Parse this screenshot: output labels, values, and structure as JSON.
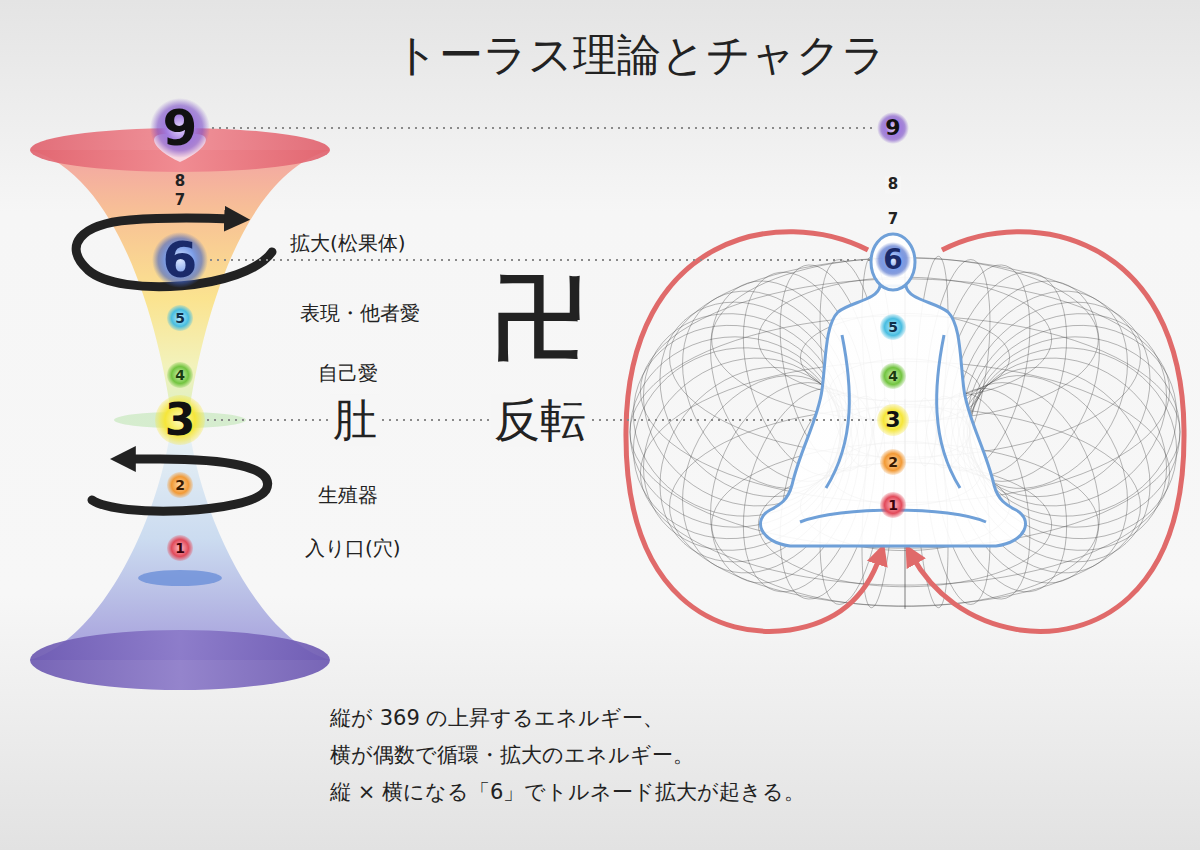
{
  "diagram": {
    "title": "トーラス理論とチャクラ",
    "nodes": [
      {
        "text": [
          "9"
        ]
      },
      {
        "text": [
          "6"
        ]
      },
      {
        "text": [
          "5"
        ]
      },
      {
        "text": [
          "4"
        ]
      },
      {
        "text": [
          "3"
        ]
      },
      {
        "text": [
          "2"
        ]
      },
      {
        "text": [
          "1"
        ]
      },
      {
        "text": [
          "9"
        ]
      },
      {
        "text": [
          "6"
        ]
      },
      {
        "text": [
          "5"
        ]
      },
      {
        "text": [
          "4"
        ]
      },
      {
        "text": [
          "3"
        ]
      },
      {
        "text": [
          "2"
        ]
      },
      {
        "text": [
          "1"
        ]
      }
    ],
    "edges": [
      {
        "from": 0,
        "to": 7,
        "arrow": "none"
      },
      {
        "from": 1,
        "to": 8,
        "arrow": "none"
      },
      {
        "from": 4,
        "to": 11,
        "arrow": "none"
      }
    ],
    "labels": [
      "8",
      "7",
      "拡大(松果体)",
      "表現・他者愛",
      "自己愛",
      "肚",
      "生殖器",
      "入り口(穴)",
      "卍",
      "反転",
      "8",
      "7",
      "縦が 369 の上昇するエネルギー、",
      "横が偶数で循環・拡大のエネルギー。",
      "縦 × 横になる「6」でトルネード拡大が起きる。"
    ]
  }
}
